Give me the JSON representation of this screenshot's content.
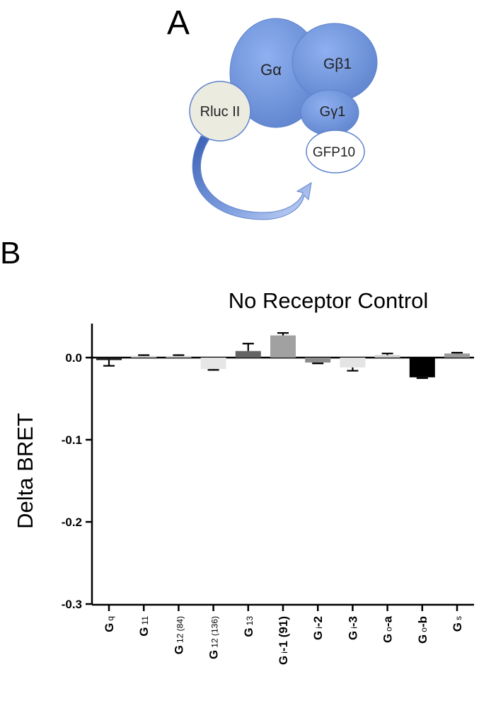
{
  "panel_a": {
    "label": "A",
    "nodes": {
      "galpha": "Gα",
      "gbeta": "Gβ1",
      "ggamma": "Gγ1",
      "gfp": "GFP10",
      "rluc": "Rluc II"
    },
    "colors": {
      "protein_blue": "#6f93dc",
      "rluc_fill": "#ecebe0",
      "gfp_fill": "#ffffff"
    }
  },
  "panel_b": {
    "label": "B"
  },
  "chart_data": {
    "type": "bar",
    "title": "No Receptor Control",
    "ylabel": "Delta BRET",
    "xlabel": "",
    "ylim": [
      -0.3,
      0.04
    ],
    "yticks": [
      0.0,
      -0.1,
      -0.2,
      -0.3
    ],
    "ytick_labels": [
      "0.0",
      "-0.1",
      "-0.2",
      "-0.3"
    ],
    "grid": false,
    "categories": [
      {
        "base": "G",
        "sub": "q"
      },
      {
        "base": "G",
        "sub": "11"
      },
      {
        "base": "G",
        "sub": "12 (84)"
      },
      {
        "base": "G",
        "sub": "12 (136)"
      },
      {
        "base": "G",
        "sub": "13"
      },
      {
        "base": "G",
        "sub": "i",
        "rest": "-1 (91)"
      },
      {
        "base": "G",
        "sub": "i",
        "rest": "-2"
      },
      {
        "base": "G",
        "sub": "i",
        "rest": "-3"
      },
      {
        "base": "G",
        "sub": "o",
        "rest": "-a"
      },
      {
        "base": "G",
        "sub": "o",
        "rest": "-b"
      },
      {
        "base": "G",
        "sub": "s"
      }
    ],
    "values": [
      -0.003,
      0.002,
      0.002,
      -0.014,
      0.008,
      0.027,
      -0.006,
      -0.012,
      0.003,
      -0.024,
      0.005
    ],
    "errors": [
      0.007,
      0.001,
      0.001,
      0.001,
      0.009,
      0.003,
      0.001,
      0.004,
      0.002,
      0.001,
      0.001
    ],
    "colors": [
      "#1a1a1a",
      "#d4d4d4",
      "#d4d4d4",
      "#e6e6e6",
      "#646464",
      "#a1a1a1",
      "#8c8c8c",
      "#e4e4e4",
      "#d0d0d0",
      "#000000",
      "#9a9a9a"
    ]
  }
}
